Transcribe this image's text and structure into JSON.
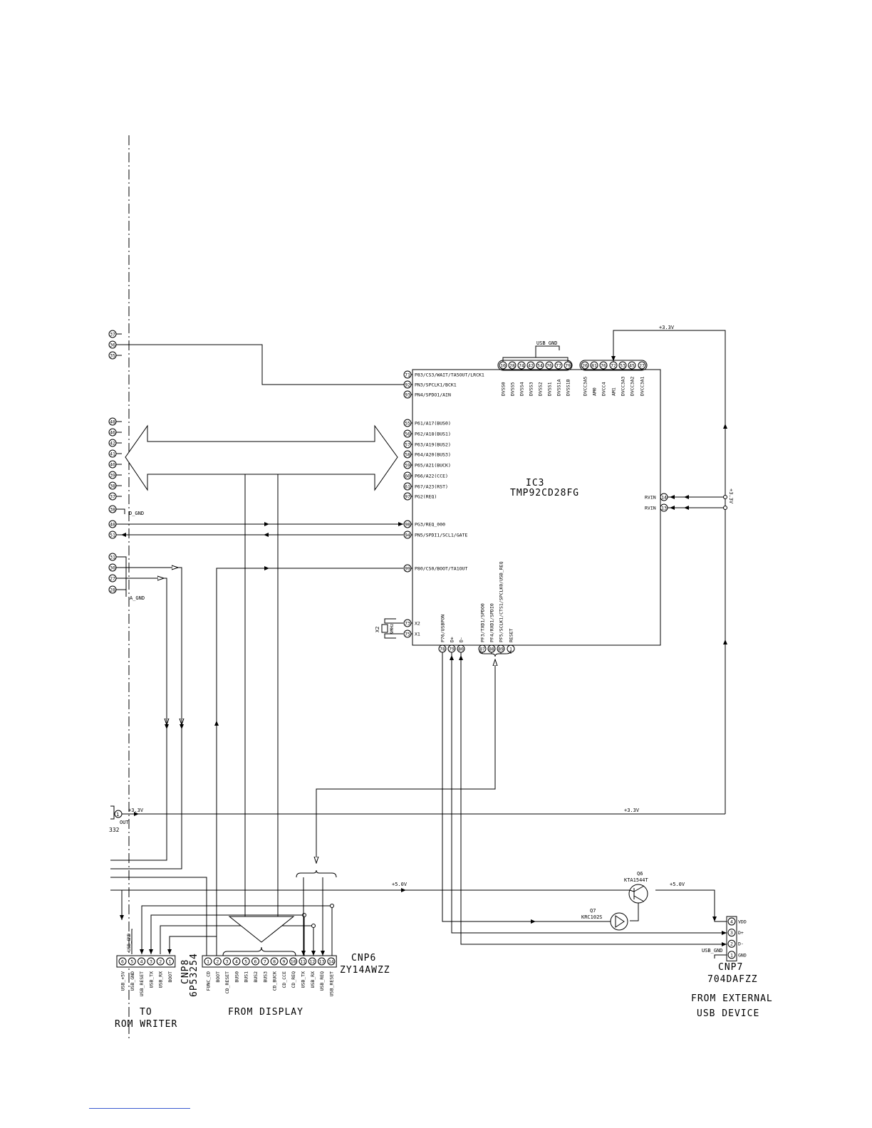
{
  "ic": {
    "ref": "IC3",
    "part": "TMP92CD28FG",
    "left_pins": [
      {
        "num": "71",
        "name": "P83/CS3/WAIT/TA5OUT/LRCK1"
      },
      {
        "num": "92",
        "name": "PN3/SPCLK1/BCK1"
      },
      {
        "num": "93",
        "name": "PN4/SPDO1/AIN"
      },
      {
        "num": "55",
        "name": "P61/A17(BUS0)"
      },
      {
        "num": "56",
        "name": "P62/A18(BUS1)"
      },
      {
        "num": "57",
        "name": "P63/A19(BUS2)"
      },
      {
        "num": "58",
        "name": "P64/A20(BUS3)"
      },
      {
        "num": "59",
        "name": "P65/A21(BUCK)"
      },
      {
        "num": "60",
        "name": "P66/A22(CCE)"
      },
      {
        "num": "61",
        "name": "P67/A23(RST)"
      },
      {
        "num": "97",
        "name": "PG2(REQ)"
      },
      {
        "num": "98",
        "name": "PG3/REQ_000"
      },
      {
        "num": "94",
        "name": "PN5/SPDI1/SCL1/GATE"
      },
      {
        "num": "99",
        "name": "P80/CS0/BOOT/TA1OUT"
      },
      {
        "num": "73",
        "name": "X2"
      },
      {
        "num": "75",
        "name": "X1"
      }
    ],
    "top_pins": [
      {
        "num": "10",
        "name": "DVSS0"
      },
      {
        "num": "28",
        "name": "DVSS5"
      },
      {
        "num": "74",
        "name": "DVSS4"
      },
      {
        "num": "42",
        "name": "DVSS3"
      },
      {
        "num": "54",
        "name": "DVSS2"
      },
      {
        "num": "76",
        "name": "DVSS1"
      },
      {
        "num": "77",
        "name": "DVSS1A"
      },
      {
        "num": "79",
        "name": "DVSS1B"
      },
      {
        "num": "26",
        "name": "DVCC3A5"
      },
      {
        "num": "81",
        "name": "AM0"
      },
      {
        "num": "76",
        "name": "DVCC4"
      },
      {
        "num": "72",
        "name": "AM1"
      },
      {
        "num": "53",
        "name": "DVCC3A3"
      },
      {
        "num": "45",
        "name": "DVCC3A2"
      },
      {
        "num": "27",
        "name": "DVCC3A1"
      }
    ],
    "bottom_pins": [
      {
        "num": "78",
        "name": "P76/USBPON"
      },
      {
        "num": "79",
        "name": "D+"
      },
      {
        "num": "80",
        "name": "D-"
      },
      {
        "num": "87",
        "name": "PF3/TXD1/SPDO0"
      },
      {
        "num": "88",
        "name": "PF4/RXD1/SPDI0"
      },
      {
        "num": "89",
        "name": "PF5/SCLK1/CTS1/SPCLK0/USB_REQ"
      },
      {
        "num": "1",
        "name": "RESET"
      }
    ],
    "right_pins": [
      {
        "num": "14",
        "name": "RVIN"
      },
      {
        "num": "13",
        "name": "RVIN"
      }
    ]
  },
  "net_labels": {
    "usb_gnd": "USB_GND",
    "d_gnd": "D_GND",
    "a_gnd": "A_GND",
    "v33": "+3.3V",
    "v5": "+5.0V",
    "out": "OUT",
    "reg_part": "332"
  },
  "left_edge_pins": [
    "37",
    "36",
    "35",
    "48",
    "46",
    "42",
    "41",
    "40",
    "39",
    "38",
    "37",
    "38",
    "48",
    "51",
    "31",
    "30",
    "27",
    "28"
  ],
  "crystal": {
    "ref": "X2",
    "value": "9MHz"
  },
  "transistors": [
    {
      "ref": "Q6",
      "part": "KTA1544T"
    },
    {
      "ref": "Q7",
      "part": "KRC102S"
    }
  ],
  "cnp8": {
    "ref": "CNP8",
    "part": "6P53254",
    "pin_nums": [
      "6",
      "5",
      "4",
      "3",
      "2",
      "1"
    ],
    "pins": [
      "USB_+5V",
      "USB_GND",
      "USB_RESET",
      "USB_TX",
      "USB_RX",
      "BOOT"
    ],
    "caption_line1": "TO",
    "caption_line2": "ROM WRITER"
  },
  "cnp6": {
    "ref": "CNP6",
    "part": "ZY14AWZZ",
    "pin_nums": [
      "1",
      "2",
      "3",
      "4",
      "5",
      "6",
      "7",
      "8",
      "9",
      "10",
      "11",
      "12",
      "13",
      "14"
    ],
    "pins": [
      "FUNC_CD",
      "BOOT",
      "CD_RESET",
      "BUS0",
      "BUS1",
      "BUS2",
      "BUS3",
      "CD_BUCK",
      "CD_CCE",
      "CD_REQ",
      "USB_TX",
      "USB_RX",
      "USB_REQ",
      "USB_RESET"
    ],
    "caption": "FROM DISPLAY"
  },
  "cnp7": {
    "ref": "CNP7",
    "part": "704DAFZZ",
    "pin_nums": [
      "4",
      "3",
      "2",
      "1"
    ],
    "pins": [
      "VDD",
      "D+",
      "D-",
      "GND"
    ],
    "caption_line1": "FROM EXTERNAL",
    "caption_line2": "USB DEVICE"
  }
}
